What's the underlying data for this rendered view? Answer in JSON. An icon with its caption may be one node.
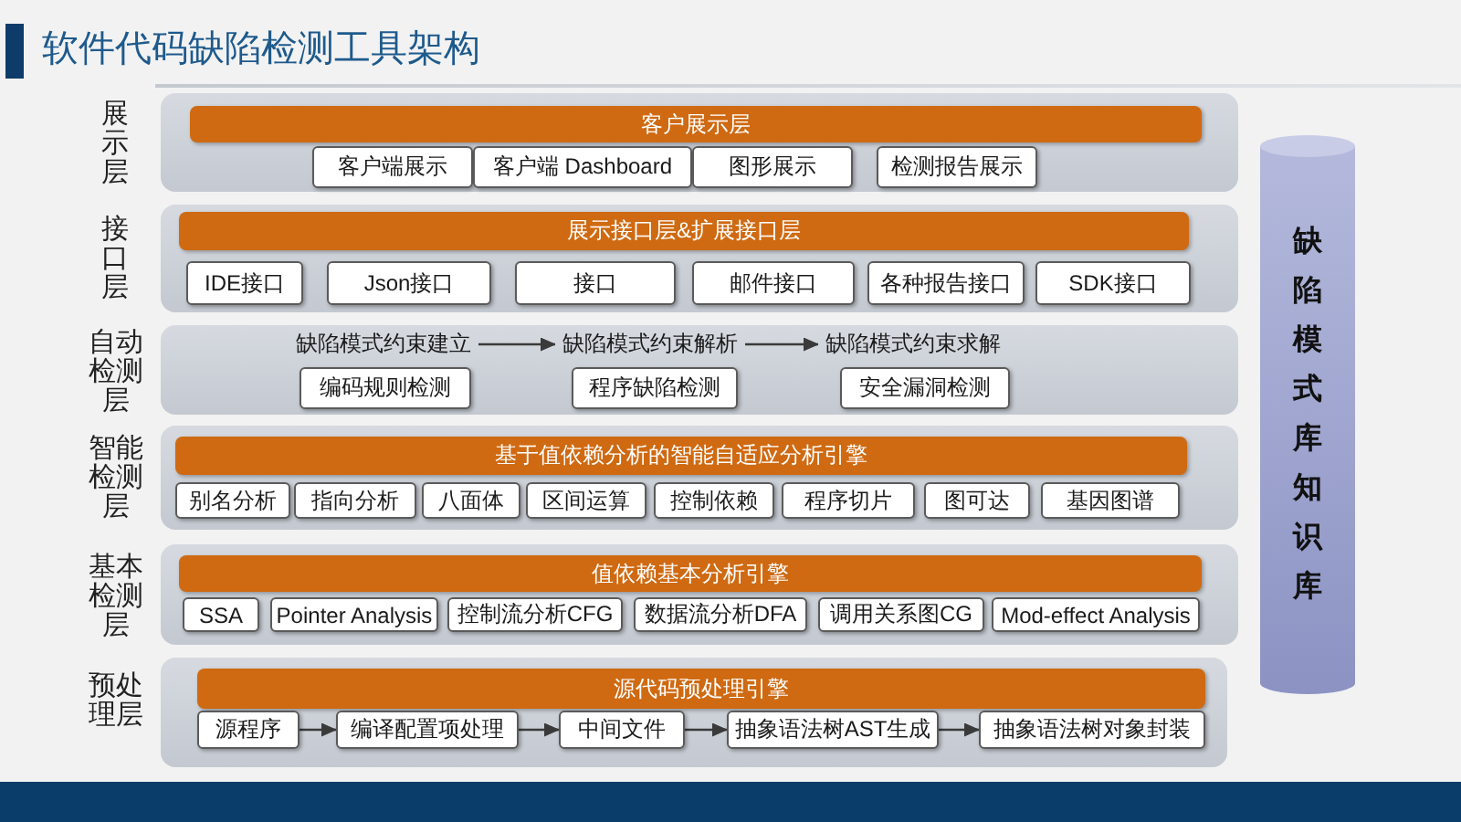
{
  "diagram": {
    "title": "软件代码缺陷检测工具架构",
    "nodes": [
      {
        "text": [
          "展示层"
        ]
      },
      {
        "text": [
          "客户展示层"
        ],
        "in": 0
      },
      {
        "text": [
          "客户端展示"
        ],
        "in": 0
      },
      {
        "text": [
          "客户端 Dashboard"
        ],
        "in": 0
      },
      {
        "text": [
          "图形展示"
        ],
        "in": 0
      },
      {
        "text": [
          "检测报告展示"
        ],
        "in": 0
      },
      {
        "text": [
          "接口层"
        ]
      },
      {
        "text": [
          "展示接口层&扩展接口层"
        ],
        "in": 6
      },
      {
        "text": [
          "IDE接口"
        ],
        "in": 6
      },
      {
        "text": [
          "Json接口"
        ],
        "in": 6
      },
      {
        "text": [
          "接口"
        ],
        "in": 6
      },
      {
        "text": [
          "邮件接口"
        ],
        "in": 6
      },
      {
        "text": [
          "各种报告接口"
        ],
        "in": 6
      },
      {
        "text": [
          "SDK接口"
        ],
        "in": 6
      },
      {
        "text": [
          "自动检测层"
        ]
      },
      {
        "text": [
          "缺陷模式约束建立"
        ],
        "in": 14
      },
      {
        "text": [
          "缺陷模式约束解析"
        ],
        "in": 14
      },
      {
        "text": [
          "缺陷模式约束求解"
        ],
        "in": 14
      },
      {
        "text": [
          "编码规则检测"
        ],
        "in": 14
      },
      {
        "text": [
          "程序缺陷检测"
        ],
        "in": 14
      },
      {
        "text": [
          "安全漏洞检测"
        ],
        "in": 14
      },
      {
        "text": [
          "智能检测层"
        ]
      },
      {
        "text": [
          "基于值依赖分析的智能自适应分析引擎"
        ],
        "in": 21
      },
      {
        "text": [
          "别名分析"
        ],
        "in": 21
      },
      {
        "text": [
          "指向分析"
        ],
        "in": 21
      },
      {
        "text": [
          "八面体"
        ],
        "in": 21
      },
      {
        "text": [
          "区间运算"
        ],
        "in": 21
      },
      {
        "text": [
          "控制依赖"
        ],
        "in": 21
      },
      {
        "text": [
          "程序切片"
        ],
        "in": 21
      },
      {
        "text": [
          "图可达"
        ],
        "in": 21
      },
      {
        "text": [
          "基因图谱"
        ],
        "in": 21
      },
      {
        "text": [
          "基本检测层"
        ]
      },
      {
        "text": [
          "值依赖基本分析引擎"
        ],
        "in": 31
      },
      {
        "text": [
          "SSA"
        ],
        "in": 31
      },
      {
        "text": [
          "Pointer Analysis"
        ],
        "in": 31
      },
      {
        "text": [
          "控制流分析CFG"
        ],
        "in": 31
      },
      {
        "text": [
          "数据流分析DFA"
        ],
        "in": 31
      },
      {
        "text": [
          "调用关系图CG"
        ],
        "in": 31
      },
      {
        "text": [
          "Mod-effect Analysis"
        ],
        "in": 31
      },
      {
        "text": [
          "预处理层"
        ]
      },
      {
        "text": [
          "源代码预处理引擎"
        ],
        "in": 39
      },
      {
        "text": [
          "源程序"
        ],
        "in": 39
      },
      {
        "text": [
          "编译配置项处理"
        ],
        "in": 39
      },
      {
        "text": [
          "中间文件"
        ],
        "in": 39
      },
      {
        "text": [
          "抽象语法树AST生成"
        ],
        "in": 39
      },
      {
        "text": [
          "抽象语法树对象封装"
        ],
        "in": 39
      },
      {
        "text": [
          "缺陷模式库知识库"
        ]
      }
    ],
    "edges": [
      {
        "from": 15,
        "to": 16,
        "arrow": "to"
      },
      {
        "from": 16,
        "to": 17,
        "arrow": "to"
      },
      {
        "from": 41,
        "to": 42,
        "arrow": "to"
      },
      {
        "from": 42,
        "to": 43,
        "arrow": "to"
      },
      {
        "from": 43,
        "to": 44,
        "arrow": "to"
      },
      {
        "from": 44,
        "to": 45,
        "arrow": "to"
      }
    ]
  }
}
